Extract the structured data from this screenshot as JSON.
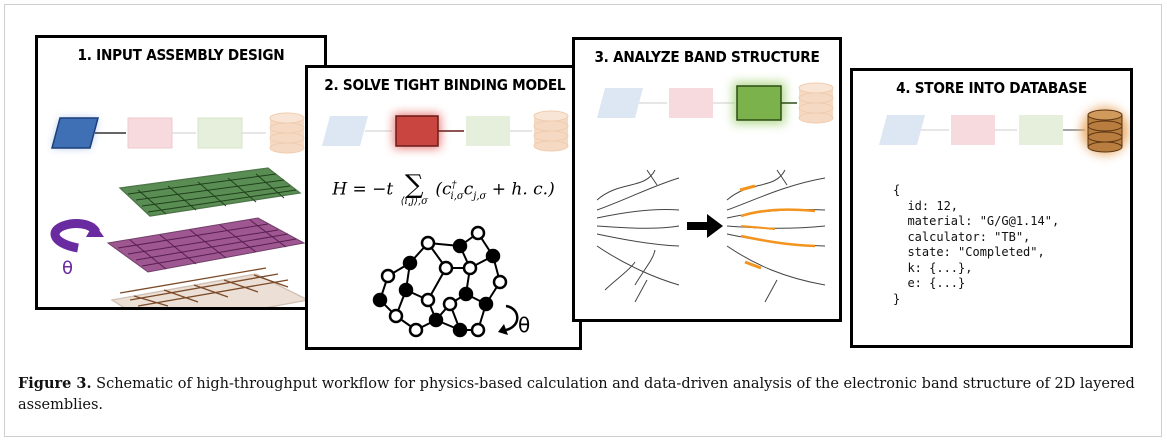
{
  "panels": [
    {
      "title": "1. INPUT ASSEMBLY DESIGN",
      "rotation_symbol": "θ"
    },
    {
      "title": "2. SOLVE TIGHT BINDING MODEL",
      "rotation_symbol": "θ"
    },
    {
      "title": "3. ANALYZE BAND STRUCTURE"
    },
    {
      "title": "4. STORE INTO DATABASE"
    }
  ],
  "equation": {
    "lhs": "H = −t",
    "sum_symbol": "∑",
    "sum_subscript": "⟨i,j⟩,σ",
    "rhs_open": "(c",
    "dagger": "†",
    "sub1": "i,σ",
    "c2": "c",
    "sub2": "j,σ",
    "rhs_close": " + h. c.)"
  },
  "database_record": {
    "open": "{",
    "lines": [
      "  id: 12,",
      "  material: \"G/G@1.14\",",
      "  calculator: \"TB\",",
      "  state: \"Completed\",",
      "  k: {...},",
      "  e: {...}"
    ],
    "close": "}"
  },
  "caption": {
    "label": "Figure 3.",
    "text": " Schematic of high-throughput workflow for physics-based calculation and data-driven analysis of the electronic band structure of 2D layered assemblies."
  },
  "colors": {
    "input_active": "#3f6fb5",
    "input_faded": "#dde6f3",
    "solve_active": "#c9453f",
    "solve_faded": "#f6dadd",
    "analyze_active": "#7cb24b",
    "analyze_faded": "#e6efdc",
    "db_active": "#b87d3f",
    "db_faded": "#f5d9c3",
    "layer_green": "#2f5f2a",
    "layer_purple": "#7a2a6b",
    "layer_brown": "#7b4a28",
    "band_highlight": "#f2941e",
    "rotation_arrow": "#6a2aa0"
  },
  "icons": [
    "parallelogram-input-icon",
    "box-solve-icon",
    "box-analyze-icon",
    "database-icon",
    "rotation-arrow-icon",
    "right-arrow-icon"
  ]
}
